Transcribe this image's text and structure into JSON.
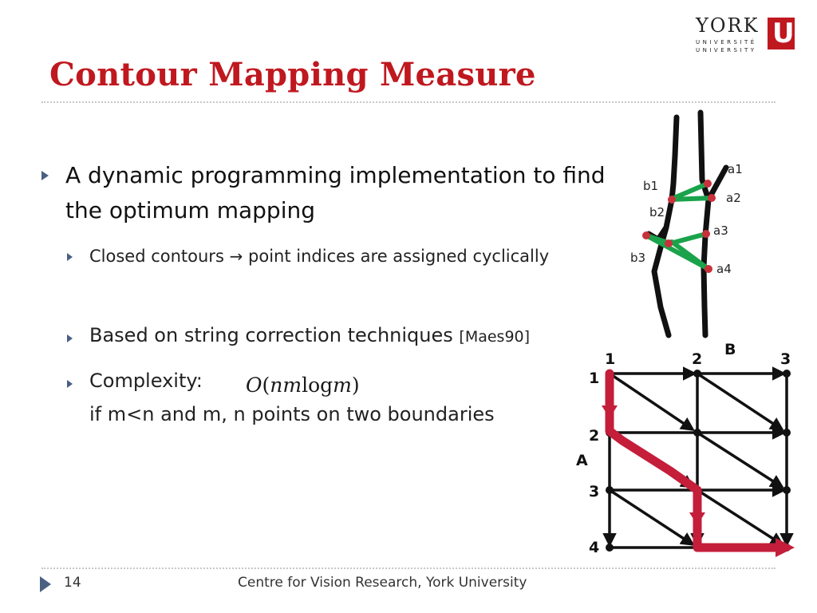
{
  "title": "Contour Mapping Measure",
  "logo": {
    "word": "YORK",
    "line1": "UNIVERSITÉ",
    "line2": "UNIVERSITY",
    "mark": "U"
  },
  "bullets": {
    "main": "A dynamic programming implementation to find the optimum mapping",
    "sub1_a": "Closed contours",
    "sub1_b": "point indices are assigned cyclically",
    "sub2": "Based on string correction techniques",
    "sub2_ref": "[Maes90]",
    "sub3": "Complexity:",
    "sub3_line2": "if m<n and m, n points on two boundaries",
    "math_O": "O",
    "math_open": "(",
    "math_nm": "nm",
    "math_log": "log",
    "math_m": "m",
    "math_close": ")"
  },
  "figure_top": {
    "labels": {
      "a1": "a1",
      "a2": "a2",
      "a3": "a3",
      "a4": "a4",
      "b1": "b1",
      "b2": "b2",
      "b3": "b3"
    },
    "colors": {
      "contour": "#111111",
      "mapping": "#1aa34a",
      "point": "#c8323c"
    }
  },
  "figure_grid": {
    "col_labels": [
      "1",
      "2",
      "3"
    ],
    "row_labels": [
      "1",
      "2",
      "3",
      "4"
    ],
    "axis_b": "B",
    "axis_a": "A",
    "colors": {
      "grid": "#111111",
      "path": "#c41e3a"
    }
  },
  "footer": {
    "page": "14",
    "text": "Centre for Vision Research, York University"
  }
}
